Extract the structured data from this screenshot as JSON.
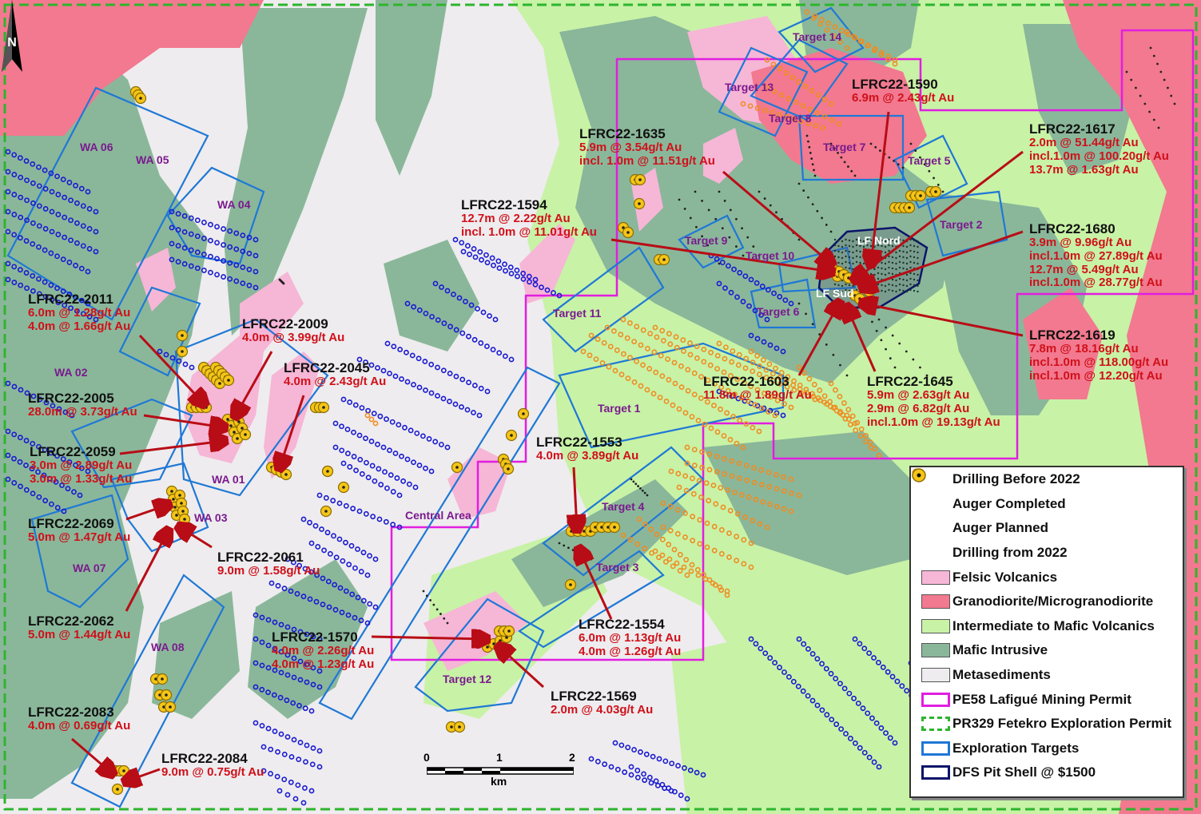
{
  "colors": {
    "metasediments": "#eeecee",
    "intermediate": "#c8f2a6",
    "mafic": "#8ab79a",
    "felsic": "#f6b6d6",
    "granodiorite": "#f2798f",
    "auger_completed": "#1a1ad2",
    "auger_planned": "#ef8d22",
    "drill_2022": "#f5c518",
    "target_outline": "#1f78d6",
    "permit_pe58": "#e11ee0",
    "permit_pr329": "#2db52d",
    "pit_shell": "#0b1469",
    "arrow": "#b80d16"
  },
  "north_label": "N",
  "scale": {
    "ticks": [
      "0",
      "1",
      "2"
    ],
    "unit": "km"
  },
  "targets": [
    {
      "name": "WA 06"
    },
    {
      "name": "WA 05"
    },
    {
      "name": "WA 04"
    },
    {
      "name": "WA 02"
    },
    {
      "name": "WA 01"
    },
    {
      "name": "WA 03"
    },
    {
      "name": "WA 07"
    },
    {
      "name": "WA 08"
    },
    {
      "name": "Central Area"
    },
    {
      "name": "Target 1"
    },
    {
      "name": "Target 2"
    },
    {
      "name": "Target 3"
    },
    {
      "name": "Target 4"
    },
    {
      "name": "Target 5"
    },
    {
      "name": "Target 6"
    },
    {
      "name": "Target 7"
    },
    {
      "name": "Target 8"
    },
    {
      "name": "Target 9"
    },
    {
      "name": "Target 10"
    },
    {
      "name": "Target 11"
    },
    {
      "name": "Target 12"
    },
    {
      "name": "Target 13"
    },
    {
      "name": "Target 14"
    },
    {
      "name": "LF Nord"
    },
    {
      "name": "LF Sud"
    }
  ],
  "drill_labels": [
    {
      "id": "LFRC22-1590",
      "intervals": [
        "6.9m @ 2.43g/t Au"
      ]
    },
    {
      "id": "LFRC22-1635",
      "intervals": [
        "5.9m @ 3.54g/t Au",
        "incl. 1.0m @ 11.51g/t Au"
      ]
    },
    {
      "id": "LFRC22-1617",
      "intervals": [
        "2.0m @ 51.44g/t Au",
        "incl.1.0m @ 100.20g/t Au",
        "13.7m @ 1.63g/t Au"
      ]
    },
    {
      "id": "LFRC22-1594",
      "intervals": [
        "12.7m @ 2.22g/t Au",
        "incl. 1.0m @ 11.01g/t Au"
      ]
    },
    {
      "id": "LFRC22-1680",
      "intervals": [
        "3.9m @ 9.96g/t Au",
        "incl.1.0m @ 27.89g/t Au",
        "12.7m @ 5.49g/t Au",
        "incl.1.0m @ 28.77g/t Au"
      ]
    },
    {
      "id": "LFRC22-1619",
      "intervals": [
        "7.8m @ 18.16g/t Au",
        "incl.1.0m @ 118.00g/t Au",
        "incl.1.0m @ 12.20g/t Au"
      ]
    },
    {
      "id": "LFRC22-1603",
      "intervals": [
        "11.8m @ 1.89g/t Au"
      ]
    },
    {
      "id": "LFRC22-1645",
      "intervals": [
        "5.9m @ 2.63g/t Au",
        "2.9m @ 6.82g/t Au",
        "incl.1.0m @ 19.13g/t Au"
      ]
    },
    {
      "id": "LFRC22-2011",
      "intervals": [
        "6.0m @ 1.28g/t Au",
        "4.0m @ 1.66g/t Au"
      ]
    },
    {
      "id": "LFRC22-2009",
      "intervals": [
        "4.0m @ 3.99g/t Au"
      ]
    },
    {
      "id": "LFRC22-2045",
      "intervals": [
        "4.0m @ 2.43g/t Au"
      ]
    },
    {
      "id": "LFRC22-2005",
      "intervals": [
        "28.0m @ 3.73g/t Au"
      ]
    },
    {
      "id": "LFRC22-2059",
      "intervals": [
        "3.0m @ 2.89g/t Au",
        "3.0m @ 1.33g/t Au"
      ]
    },
    {
      "id": "LFRC22-1553",
      "intervals": [
        "4.0m @ 3.89g/t Au"
      ]
    },
    {
      "id": "LFRC22-2069",
      "intervals": [
        "5.0m @ 1.47g/t Au"
      ]
    },
    {
      "id": "LFRC22-2061",
      "intervals": [
        "9.0m @ 1.58g/t Au"
      ]
    },
    {
      "id": "LFRC22-1554",
      "intervals": [
        "6.0m @ 1.13g/t Au",
        "4.0m @ 1.26g/t Au"
      ]
    },
    {
      "id": "LFRC22-2062",
      "intervals": [
        "5.0m @ 1.44g/t Au"
      ]
    },
    {
      "id": "LFRC22-1570",
      "intervals": [
        "4.0m @ 2.26g/t Au",
        "4.0m @ 1.23g/t Au"
      ]
    },
    {
      "id": "LFRC22-1569",
      "intervals": [
        "2.0m @ 4.03g/t Au"
      ]
    },
    {
      "id": "LFRC22-2083",
      "intervals": [
        "4.0m @ 0.69g/t Au"
      ]
    },
    {
      "id": "LFRC22-2084",
      "intervals": [
        "9.0m @ 0.75g/t Au"
      ]
    }
  ],
  "legend": [
    {
      "label": "Drilling Before 2022",
      "symbol": "dot"
    },
    {
      "label": "Auger Completed",
      "symbol": "ring-blue"
    },
    {
      "label": "Auger Planned",
      "symbol": "ring-orange"
    },
    {
      "label": "Drilling from 2022",
      "symbol": "drill"
    },
    {
      "label": "Felsic Volcanics",
      "symbol": "felsic"
    },
    {
      "label": "Granodiorite/Microgranodiorite",
      "symbol": "granodiorite"
    },
    {
      "label": "Intermediate to Mafic Volcanics",
      "symbol": "intermediate"
    },
    {
      "label": "Mafic Intrusive",
      "symbol": "mafic"
    },
    {
      "label": "Metasediments",
      "symbol": "metasediments"
    },
    {
      "label": "PE58 Lafigué Mining Permit",
      "symbol": "pe58"
    },
    {
      "label": "PR329 Fetekro Exploration Permit",
      "symbol": "pr329"
    },
    {
      "label": "Exploration Targets",
      "symbol": "targets"
    },
    {
      "label": "DFS Pit Shell @ $1500",
      "symbol": "pit"
    }
  ]
}
